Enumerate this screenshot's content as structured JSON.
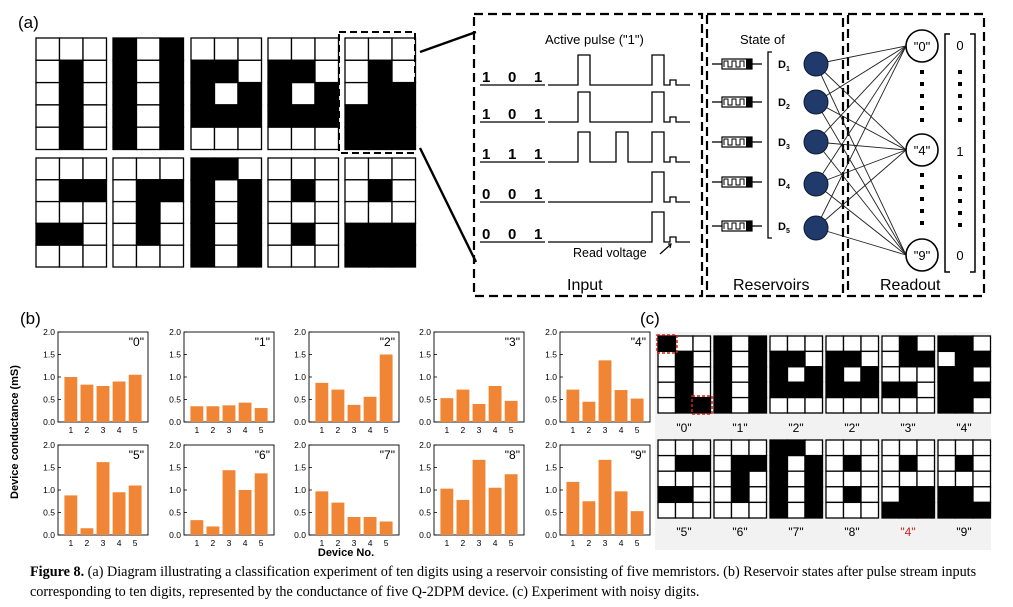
{
  "panel_a": {
    "label": "(a)",
    "input_title": "Input",
    "reservoirs_title": "Reservoirs",
    "readout_title": "Readout",
    "active_pulse": "Active pulse (\"1\")",
    "read_voltage": "Read voltage",
    "state_of": "State of",
    "bit_rows": [
      [
        "1",
        "0",
        "1"
      ],
      [
        "1",
        "0",
        "1"
      ],
      [
        "1",
        "1",
        "1"
      ],
      [
        "0",
        "0",
        "1"
      ],
      [
        "0",
        "0",
        "1"
      ]
    ],
    "devices": [
      "D",
      "D",
      "D",
      "D",
      "D"
    ],
    "device_subs": [
      "1",
      "2",
      "3",
      "4",
      "5"
    ],
    "readout_nodes": [
      "\"0\"",
      "\"4\"",
      "\"9\""
    ],
    "readout_values": [
      "0",
      "1",
      "0"
    ],
    "top_digits": [
      [
        [
          0,
          0,
          0
        ],
        [
          0,
          1,
          0
        ],
        [
          0,
          1,
          0
        ],
        [
          0,
          1,
          0
        ],
        [
          0,
          1,
          0
        ]
      ],
      [
        [
          1,
          0,
          1
        ],
        [
          1,
          0,
          1
        ],
        [
          1,
          0,
          1
        ],
        [
          1,
          0,
          1
        ],
        [
          1,
          0,
          1
        ]
      ],
      [
        [
          0,
          0,
          0
        ],
        [
          1,
          1,
          0
        ],
        [
          1,
          0,
          1
        ],
        [
          1,
          1,
          1
        ],
        [
          0,
          0,
          0
        ]
      ],
      [
        [
          0,
          0,
          0
        ],
        [
          1,
          1,
          0
        ],
        [
          1,
          0,
          1
        ],
        [
          1,
          1,
          1
        ],
        [
          0,
          0,
          0
        ]
      ],
      [
        [
          0,
          0,
          0
        ],
        [
          0,
          1,
          0
        ],
        [
          0,
          1,
          1
        ],
        [
          1,
          1,
          1
        ],
        [
          1,
          1,
          1
        ]
      ]
    ],
    "bottom_digits": [
      [
        [
          0,
          0,
          0
        ],
        [
          0,
          1,
          1
        ],
        [
          0,
          0,
          0
        ],
        [
          1,
          1,
          0
        ],
        [
          0,
          0,
          0
        ]
      ],
      [
        [
          0,
          0,
          0
        ],
        [
          0,
          1,
          1
        ],
        [
          0,
          1,
          0
        ],
        [
          0,
          1,
          0
        ],
        [
          0,
          0,
          0
        ]
      ],
      [
        [
          1,
          1,
          0
        ],
        [
          1,
          0,
          1
        ],
        [
          1,
          0,
          1
        ],
        [
          1,
          0,
          1
        ],
        [
          1,
          0,
          1
        ]
      ],
      [
        [
          0,
          0,
          0
        ],
        [
          0,
          1,
          0
        ],
        [
          0,
          0,
          0
        ],
        [
          0,
          1,
          0
        ],
        [
          0,
          0,
          0
        ]
      ],
      [
        [
          0,
          0,
          0
        ],
        [
          0,
          1,
          0
        ],
        [
          0,
          0,
          0
        ],
        [
          1,
          1,
          1
        ],
        [
          1,
          1,
          1
        ]
      ]
    ]
  },
  "panel_b": {
    "label": "(b)",
    "ylabel": "Device conductance (mS)",
    "xlabel": "Device No."
  },
  "chart_data": {
    "type": "bar",
    "categories": [
      "1",
      "2",
      "3",
      "4",
      "5"
    ],
    "ylim": [
      0,
      2.0
    ],
    "yticks": [
      "0.0",
      "0.5",
      "1.0",
      "1.5",
      "2.0"
    ],
    "color": "#F08535",
    "series": [
      {
        "name": "\"0\"",
        "values": [
          1.0,
          0.83,
          0.8,
          0.9,
          1.05
        ]
      },
      {
        "name": "\"1\"",
        "values": [
          0.35,
          0.35,
          0.37,
          0.43,
          0.31
        ]
      },
      {
        "name": "\"2\"",
        "values": [
          0.87,
          0.72,
          0.38,
          0.56,
          1.5
        ]
      },
      {
        "name": "\"3\"",
        "values": [
          0.53,
          0.72,
          0.4,
          0.8,
          0.47
        ]
      },
      {
        "name": "\"4\"",
        "values": [
          0.72,
          0.45,
          1.37,
          0.71,
          0.52
        ]
      },
      {
        "name": "\"5\"",
        "values": [
          0.88,
          0.15,
          1.62,
          0.95,
          1.1
        ]
      },
      {
        "name": "\"6\"",
        "values": [
          0.33,
          0.19,
          1.44,
          1.0,
          1.37
        ]
      },
      {
        "name": "\"7\"",
        "values": [
          0.97,
          0.72,
          0.4,
          0.4,
          0.3
        ]
      },
      {
        "name": "\"8\"",
        "values": [
          1.03,
          0.78,
          1.67,
          1.05,
          1.35
        ]
      },
      {
        "name": "\"9\"",
        "values": [
          1.18,
          0.75,
          1.67,
          0.97,
          0.53
        ]
      }
    ]
  },
  "panel_c": {
    "label": "(c)",
    "top_labels": [
      "\"0\"",
      "\"1\"",
      "\"2\"",
      "\"2\"",
      "\"3\"",
      "\"4\""
    ],
    "bottom_labels": [
      "\"5\"",
      "\"6\"",
      "\"7\"",
      "\"8\"",
      "\"4\"",
      "\"9\""
    ],
    "highlight_color": "#D0241C",
    "top_digits": [
      [
        [
          1,
          0,
          0
        ],
        [
          0,
          1,
          0
        ],
        [
          0,
          1,
          0
        ],
        [
          0,
          1,
          0
        ],
        [
          0,
          1,
          1
        ]
      ],
      [
        [
          1,
          0,
          1
        ],
        [
          1,
          0,
          1
        ],
        [
          1,
          0,
          1
        ],
        [
          1,
          0,
          1
        ],
        [
          1,
          0,
          1
        ]
      ],
      [
        [
          0,
          0,
          0
        ],
        [
          1,
          1,
          0
        ],
        [
          1,
          0,
          1
        ],
        [
          1,
          1,
          1
        ],
        [
          0,
          0,
          0
        ]
      ],
      [
        [
          0,
          0,
          0
        ],
        [
          1,
          1,
          0
        ],
        [
          1,
          0,
          1
        ],
        [
          1,
          1,
          1
        ],
        [
          0,
          0,
          0
        ]
      ],
      [
        [
          0,
          1,
          0
        ],
        [
          0,
          1,
          1
        ],
        [
          0,
          0,
          0
        ],
        [
          1,
          1,
          0
        ],
        [
          0,
          0,
          0
        ]
      ],
      [
        [
          1,
          1,
          0
        ],
        [
          0,
          1,
          1
        ],
        [
          1,
          1,
          0
        ],
        [
          1,
          1,
          1
        ],
        [
          1,
          1,
          0
        ]
      ]
    ],
    "bottom_digits": [
      [
        [
          0,
          0,
          0
        ],
        [
          0,
          1,
          1
        ],
        [
          0,
          0,
          0
        ],
        [
          1,
          1,
          0
        ],
        [
          0,
          0,
          0
        ]
      ],
      [
        [
          0,
          0,
          0
        ],
        [
          0,
          1,
          1
        ],
        [
          0,
          1,
          0
        ],
        [
          0,
          1,
          0
        ],
        [
          0,
          0,
          0
        ]
      ],
      [
        [
          1,
          1,
          0
        ],
        [
          1,
          0,
          1
        ],
        [
          1,
          0,
          1
        ],
        [
          1,
          0,
          1
        ],
        [
          1,
          0,
          1
        ]
      ],
      [
        [
          0,
          0,
          0
        ],
        [
          0,
          1,
          0
        ],
        [
          0,
          0,
          0
        ],
        [
          0,
          1,
          0
        ],
        [
          0,
          0,
          0
        ]
      ],
      [
        [
          0,
          0,
          0
        ],
        [
          0,
          1,
          0
        ],
        [
          0,
          0,
          0
        ],
        [
          0,
          1,
          1
        ],
        [
          1,
          1,
          1
        ]
      ],
      [
        [
          0,
          0,
          0
        ],
        [
          0,
          1,
          0
        ],
        [
          0,
          0,
          0
        ],
        [
          1,
          1,
          0
        ],
        [
          1,
          1,
          1
        ]
      ]
    ]
  },
  "caption": {
    "figure": "Figure 8.",
    "text": "(a) Diagram illustrating a classification experiment of ten digits using a reservoir consisting of five memristors. (b) Reservoir states after pulse stream inputs corresponding to ten digits, represented by the conductance of five Q-2DPM device. (c) Experiment with noisy digits."
  }
}
